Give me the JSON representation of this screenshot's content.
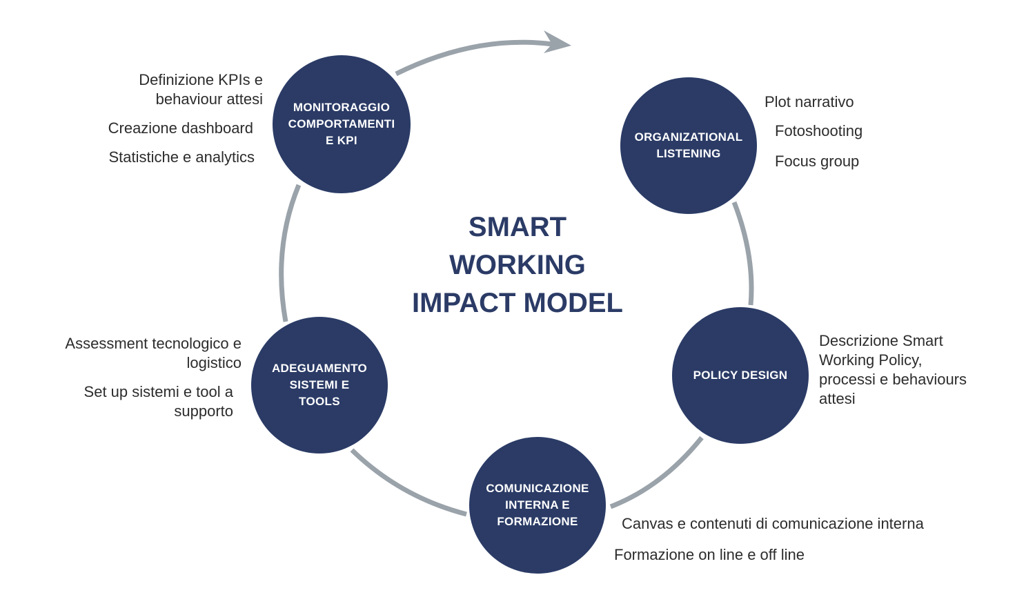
{
  "title": "SMART\nWORKING\nIMPACT MODEL",
  "colors": {
    "node": "#2b3b66",
    "ring": "#9aa2aa",
    "text": "#2c2c2c",
    "title": "#2b3b66"
  },
  "nodes": {
    "monitoraggio": "MONITORAGGIO\nCOMPORTAMENTI\nE KPI",
    "organizational": "ORGANIZATIONAL\nLISTENING",
    "policy": "POLICY DESIGN",
    "comunicazione": "COMUNICAZIONE\nINTERNA E\nFORMAZIONE",
    "adeguamento": "ADEGUAMENTO\nSISTEMI E\nTOOLS"
  },
  "notes": {
    "monitoraggio": [
      "Definizione KPIs e\nbehaviour attesi",
      "Creazione dashboard",
      "Statistiche e analytics"
    ],
    "organizational": [
      "Plot narrativo",
      "Fotoshooting",
      "Focus group"
    ],
    "policy": [
      "Descrizione Smart\nWorking Policy,\nprocessi e behaviours\nattesi"
    ],
    "comunicazione": [
      "Canvas e contenuti di comunicazione interna",
      "Formazione on line e off line"
    ],
    "adeguamento": [
      "Assessment tecnologico e\nlogistico",
      "Set up sistemi e tool a\nsupporto"
    ]
  }
}
